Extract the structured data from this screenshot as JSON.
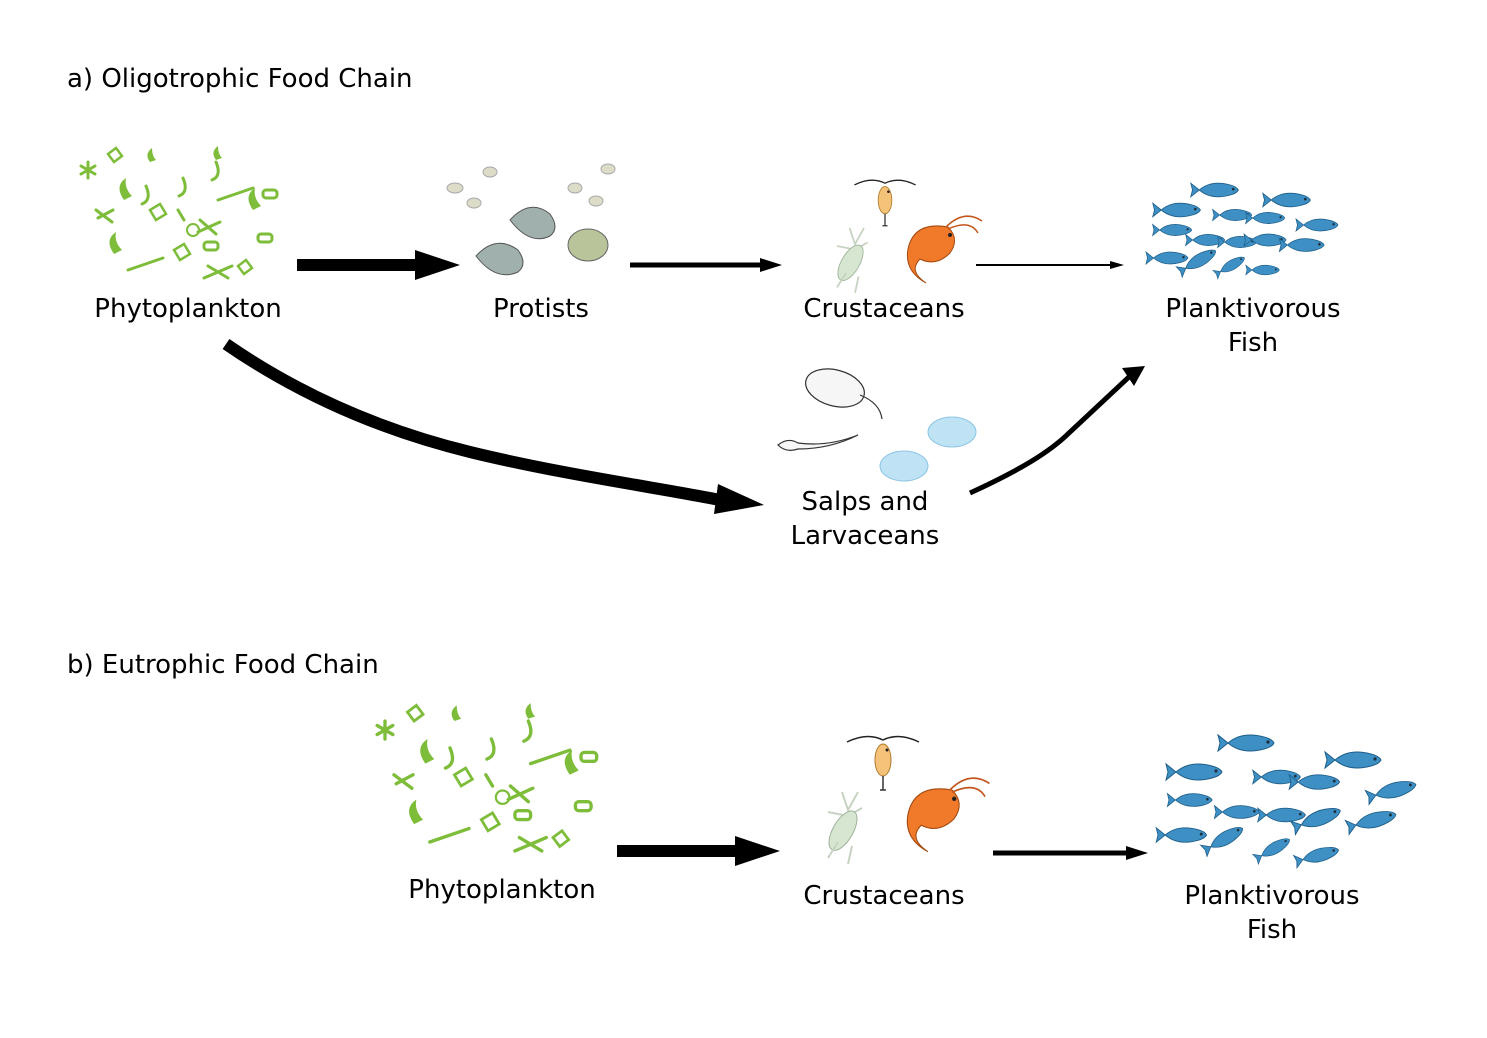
{
  "colors": {
    "phytoplankton": "#7dbd3a",
    "fish": "#3d8fc4",
    "fish_dark": "#1f5f8a",
    "shrimp": "#f07a2a",
    "copepod": "#f5c27a",
    "salp": "#bfe3f5",
    "protist": "#c9cfc0",
    "arrow": "#000000"
  },
  "panel_a": {
    "title": "a) Oligotrophic Food Chain",
    "nodes": {
      "phytoplankton": "Phytoplankton",
      "protists": "Protists",
      "crustaceans": "Crustaceans",
      "fish_line1": "Planktivorous",
      "fish_line2": "Fish",
      "salps_line1": "Salps and",
      "salps_line2": "Larvaceans"
    }
  },
  "panel_b": {
    "title": "b) Eutrophic Food Chain",
    "nodes": {
      "phytoplankton": "Phytoplankton",
      "crustaceans": "Crustaceans",
      "fish_line1": "Planktivorous",
      "fish_line2": "Fish"
    }
  }
}
